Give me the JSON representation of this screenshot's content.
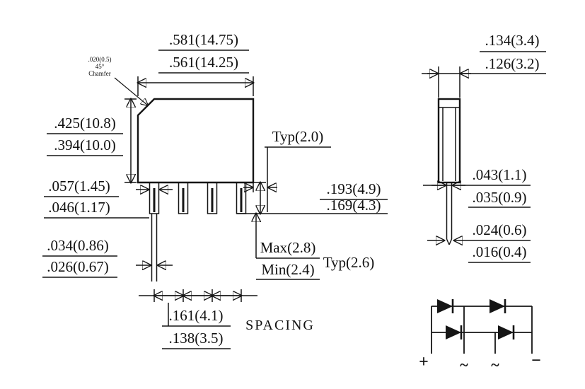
{
  "drawing": {
    "front_view": {
      "top_width": {
        "max": ".581(14.75)",
        "min": ".561(14.25)"
      },
      "body_height": {
        "max": ".425(10.8)",
        "min": ".394(10.0)"
      },
      "pin_width": {
        "max": ".057(1.45)",
        "min": ".046(1.17)"
      },
      "pin_tip_width": {
        "max": ".034(0.86)",
        "min": ".026(0.67)"
      },
      "typ_offset": "Typ(2.0)",
      "pin_length": {
        "max": ".193(4.9)",
        "min": ".169(4.3)"
      },
      "standoff": {
        "max": "Max(2.8)",
        "min": "Min(2.4)"
      },
      "typ_pitch": "Typ(2.6)",
      "lead_spacing": {
        "max": ".161(4.1)",
        "min": ".138(3.5)"
      },
      "spacing_caption": "SPACING",
      "chamfer_note": {
        "line1": ".020(0.5)",
        "line2": "45°",
        "line3": "Chamfer"
      }
    },
    "side_view": {
      "thickness": {
        "max": ".134(3.4)",
        "min": ".126(3.2)"
      },
      "pin_thickness": {
        "max": ".043(1.1)",
        "min": ".035(0.9)"
      },
      "pin_tip_thickness": {
        "max": ".024(0.6)",
        "min": ".016(0.4)"
      }
    },
    "schematic": {
      "terminal_plus": "+",
      "terminal_ac1": "~",
      "terminal_ac2": "~",
      "terminal_minus": "−"
    }
  }
}
